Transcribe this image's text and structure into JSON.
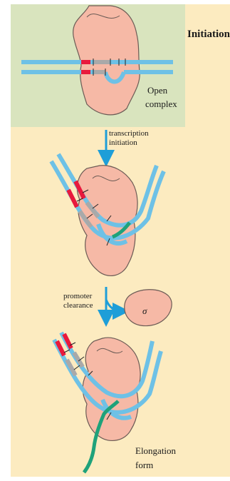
{
  "title": "Initiation",
  "labels": {
    "open_complex_1": "Open",
    "open_complex_2": "complex",
    "step1_1": "transcription",
    "step1_2": "initiation",
    "step2_1": "promoter",
    "step2_2": "clearance",
    "sigma": "σ",
    "elongation_1": "Elongation",
    "elongation_2": "form"
  },
  "colors": {
    "background": "#FCEBC0",
    "highlight_box": "#D9E4BE",
    "polymerase": "#F6B9A6",
    "polymerase_outline": "#6B5B55",
    "dna": "#6EC1E6",
    "dna_promoter": "#E8193C",
    "dna_opened": "#A9A9A9",
    "rna": "#1FA27A",
    "arrow": "#1E9ED8"
  }
}
